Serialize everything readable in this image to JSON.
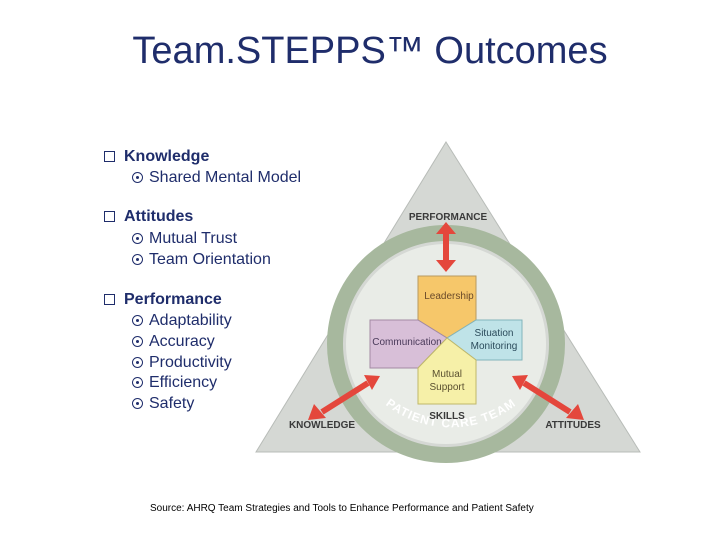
{
  "title": "Team.STEPPS™ Outcomes",
  "outline": [
    {
      "label": "Knowledge",
      "items": [
        "Shared Mental Model"
      ]
    },
    {
      "label": "Attitudes",
      "items": [
        "Mutual Trust",
        "Team Orientation"
      ]
    },
    {
      "label": "Performance",
      "items": [
        "Adaptability",
        "Accuracy",
        "Productivity",
        "Efficiency",
        "Safety"
      ]
    }
  ],
  "diagram": {
    "performance": "PERFORMANCE",
    "knowledge": "KNOWLEDGE",
    "attitudes": "ATTITUDES",
    "skills": "SKILLS",
    "ring_text": "PATIENT CARE TEAM",
    "leadership": "Leadership",
    "communication": "Communication",
    "situation_monitoring_1": "Situation",
    "situation_monitoring_2": "Monitoring",
    "mutual_support_1": "Mutual",
    "mutual_support_2": "Support"
  },
  "colors": {
    "title": "#1f2d6b",
    "triangle_fill": "#d5d8d4",
    "ring": "#a7b89e",
    "leadership": "#f6c76a",
    "communication": "#d8bfd8",
    "situation_monitoring": "#bfe3e8",
    "mutual_support": "#f6f0a8",
    "arrow": "#e4473c"
  },
  "source": "Source: AHRQ Team Strategies and Tools to Enhance Performance and Patient Safety"
}
